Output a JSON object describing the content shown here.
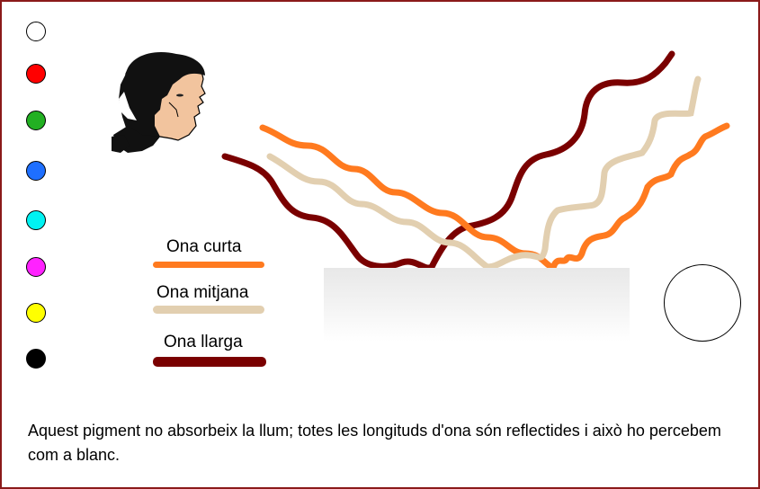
{
  "pigments": [
    {
      "name": "white",
      "color": "#ffffff"
    },
    {
      "name": "red",
      "color": "#ff0000"
    },
    {
      "name": "green",
      "color": "#22b022"
    },
    {
      "name": "blue",
      "color": "#1e6fff"
    },
    {
      "name": "cyan",
      "color": "#00f2f2"
    },
    {
      "name": "magenta",
      "color": "#ff22ff"
    },
    {
      "name": "yellow",
      "color": "#ffff00"
    },
    {
      "name": "black",
      "color": "#000000"
    }
  ],
  "legend": {
    "short_wave": {
      "label": "Ona curta",
      "color": "#ff7a1f"
    },
    "medium_wave": {
      "label": "Ona mitjana",
      "color": "#e2cfb0"
    },
    "long_wave": {
      "label": "Ona llarga",
      "color": "#7a0000"
    }
  },
  "perceived_color": "#ffffff",
  "caption": "Aquest pigment no absorbeix la llum; totes les longituds d'ona són reflectides i això ho percebem com a blanc.",
  "icons": {
    "observer": "observer-head-icon"
  }
}
